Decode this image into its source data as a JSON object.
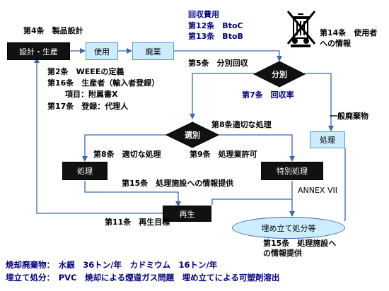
{
  "header": {
    "art4": "第4条　製品設計",
    "collection_cost": "回収費用",
    "art12": "第12条　BtoC",
    "art13": "第13条　BtoB",
    "art14_line1": "第14条　使用者",
    "art14_line2": "への情報"
  },
  "boxes": {
    "design": "設計・生産",
    "use": "使用",
    "disposal": "廃棄",
    "treatment_left": "処理",
    "special_treatment": "特別処理",
    "treatment_right": "処理",
    "recycle": "再生",
    "landfill": "埋め立て処分等"
  },
  "diamonds": {
    "sort": "分別",
    "select": "選別"
  },
  "labels": {
    "art5": "第5条　分別回収",
    "art7": "第7条　回収率",
    "art2": "第2条　WEEEの定義",
    "art16": "第16条　生産者（輸入者登録）",
    "annex_item": "項目：附属書X",
    "art17": "第17条　登録：代理人",
    "general_waste": "一般廃棄物",
    "art8_proper": "第8条適切な処理",
    "art8_left": "第8条　適切な処理",
    "art9": "第9条　処理業許可",
    "art15_top": "第15条　処理施設への情報提供",
    "annex7": "ANNEX VII",
    "art11": "第11条　再生目標",
    "art15_bottom_line1": "第15条　処理施設へ",
    "art15_bottom_line2": "の情報提供"
  },
  "footer": {
    "incineration": "焼却廃棄物：　水銀　36トン/年　カドミウム　16トン/年",
    "landfill_issue": "埋立て処分：　PVC　焼却による煙道ガス問題　埋め立てによる可塑剤溶出"
  },
  "icons": {
    "weee_bin": "crossed-out-wheelie-bin-icon"
  },
  "colors": {
    "dark_box": "#111111",
    "light_box": "#ccecff",
    "arrow": "#3a68b0"
  }
}
